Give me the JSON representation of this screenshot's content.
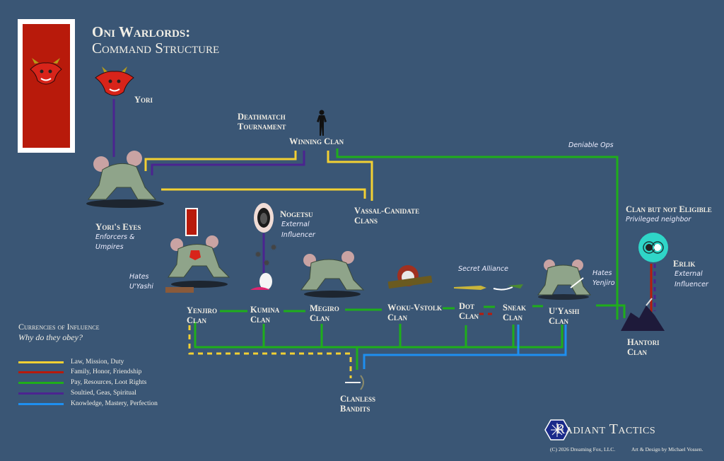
{
  "title": {
    "line1": "Oni Warlords:",
    "line2": "Command Structure"
  },
  "colors": {
    "background": "#3a5675",
    "law": "#f2d033",
    "family": "#b81a0b",
    "pay": "#1fae1b",
    "spiritual": "#4b2490",
    "knowledge": "#1e8ff0",
    "banner_red": "#b81a0b",
    "erlik_teal": "#2fd6c8"
  },
  "nodes": {
    "yori": "Yori",
    "deathmatch": {
      "line1": "Deathmatch",
      "line2": "Tournament"
    },
    "winning_clan": "Winning Clan",
    "yoris_eyes": {
      "name": "Yori's Eyes",
      "note1": "Enforcers &",
      "note2": "Umpires"
    },
    "vassal": {
      "line1": "Vassal-Canidate",
      "line2": "Clans"
    },
    "nogetsu": {
      "name": "Nogetsu",
      "note1": "External",
      "note2": "Influencer"
    },
    "deniable_ops": "Deniable Ops",
    "clan_not_eligible": {
      "title": "Clan but not Eligible",
      "note": "Privileged neighbor"
    },
    "erlik": {
      "name": "Erlik",
      "note1": "External",
      "note2": "Influencer"
    },
    "hates_uyashi": {
      "line1": "Hates",
      "line2": "U'Yashi"
    },
    "hates_yenjiro": {
      "line1": "Hates",
      "line2": "Yenjiro"
    },
    "secret_alliance": "Secret Alliance",
    "clans": [
      {
        "line1": "Yenjiro",
        "line2": "Clan"
      },
      {
        "line1": "Kumina",
        "line2": "Clan"
      },
      {
        "line1": "Megiro",
        "line2": "Clan"
      },
      {
        "line1": "Woku-Vstolk",
        "line2": "Clan"
      },
      {
        "line1": "Dot",
        "line2": "Clan"
      },
      {
        "line1": "Sneak",
        "line2": "Clan"
      },
      {
        "line1": "U'Yashi",
        "line2": "Clan"
      },
      {
        "line1": "Hantori",
        "line2": "Clan"
      }
    ],
    "bandits": {
      "line1": "Clanless",
      "line2": "Bandits"
    }
  },
  "legend": {
    "title": "Currencies of Influence",
    "subtitle": "Why do they obey?",
    "items": [
      {
        "label": "Law, Mission, Duty",
        "color": "#f2d033"
      },
      {
        "label": "Family, Honor, Friendship",
        "color": "#b81a0b"
      },
      {
        "label": "Pay, Resources, Loot Rights",
        "color": "#1fae1b"
      },
      {
        "label": "Soultied, Geas, Spiritual",
        "color": "#4b2490"
      },
      {
        "label": "Knowledge, Mastery, Perfection",
        "color": "#1e8ff0"
      }
    ]
  },
  "footer": {
    "brand": "Radiant Tactics",
    "copyright": "(C) 2026 Dreaming Fox, LLC.",
    "credit": "Art & Design by Michael Vossen."
  }
}
